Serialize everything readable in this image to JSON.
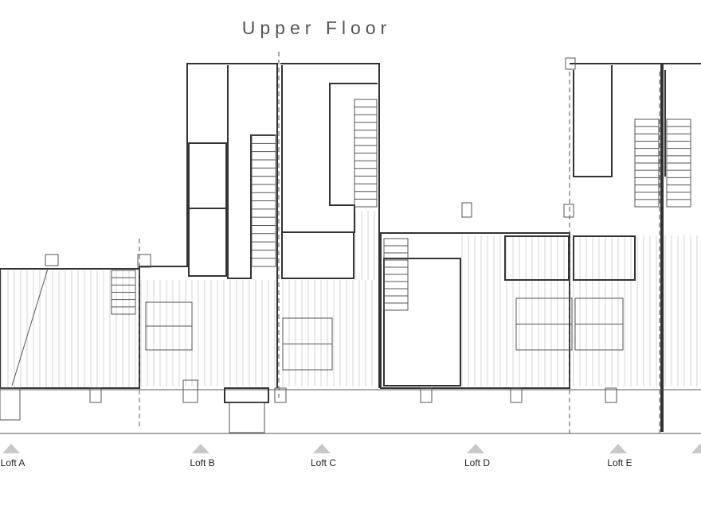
{
  "title": "Upper Floor",
  "units": [
    {
      "label": "Loft A"
    },
    {
      "label": "Loft B"
    },
    {
      "label": "Loft C"
    },
    {
      "label": "Loft D"
    },
    {
      "label": "Loft E"
    }
  ],
  "colors": {
    "wall": "#333333",
    "hatch": "#cccccc",
    "marker": "#c8c8c8",
    "title": "#555555"
  }
}
